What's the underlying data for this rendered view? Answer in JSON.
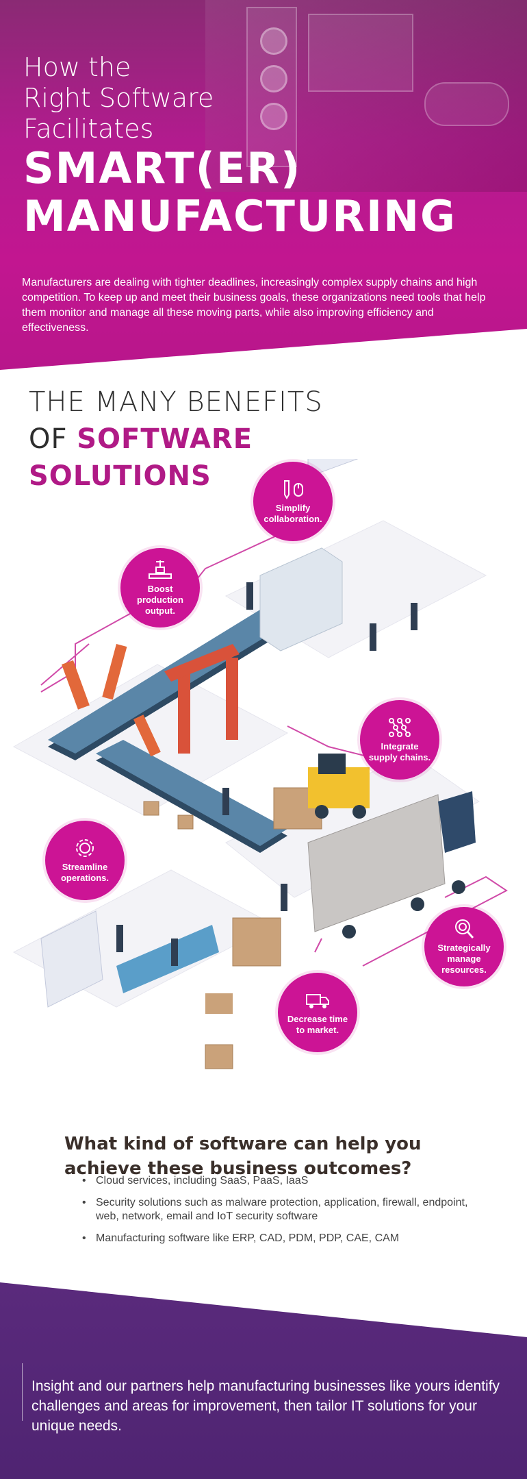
{
  "hero": {
    "title_line1": "How the",
    "title_line2": "Right Software",
    "title_line3": "Facilitates",
    "title_bold1": "SMART(ER)",
    "title_bold2": "MANUFACTURING",
    "intro": "Manufacturers are dealing with tighter deadlines, increasingly complex supply chains and high competition. To keep up and meet their business goals, these organizations need tools that help them monitor and manage all these moving parts, while also improving efficiency and effectiveness."
  },
  "benefits": {
    "title_line1": "THE MANY BENEFITS",
    "title_line2_prefix": "OF ",
    "title_line2_highlight": "SOFTWARE",
    "title_line3_highlight": "SOLUTIONS",
    "items": [
      {
        "label": "Simplify collaboration.",
        "icon": "pen-mouse-icon"
      },
      {
        "label": "Boost production output.",
        "icon": "assembly-line-icon"
      },
      {
        "label": "Integrate supply chains.",
        "icon": "network-nodes-icon"
      },
      {
        "label": "Streamline operations.",
        "icon": "gear-cycle-icon"
      },
      {
        "label": "Strategically manage resources.",
        "icon": "magnifier-icon"
      },
      {
        "label": "Decrease time to market.",
        "icon": "delivery-truck-icon"
      }
    ]
  },
  "question": {
    "title": "What kind of software can help you achieve these business outcomes?",
    "bullets": [
      "Cloud services, including SaaS, PaaS, IaaS",
      "Security solutions such as malware protection, application, firewall, endpoint, web, network, email and IoT security software",
      "Manufacturing software like ERP, CAD, PDM, PDP, CAE, CAM"
    ]
  },
  "footer": {
    "text": "Insight and our partners help manufacturing businesses like yours identify challenges and areas for improvement, then tailor IT solutions for your unique needs."
  },
  "colors": {
    "magenta": "#cc1495",
    "magenta_dark": "#b01a86",
    "purple": "#5a2a7c"
  }
}
